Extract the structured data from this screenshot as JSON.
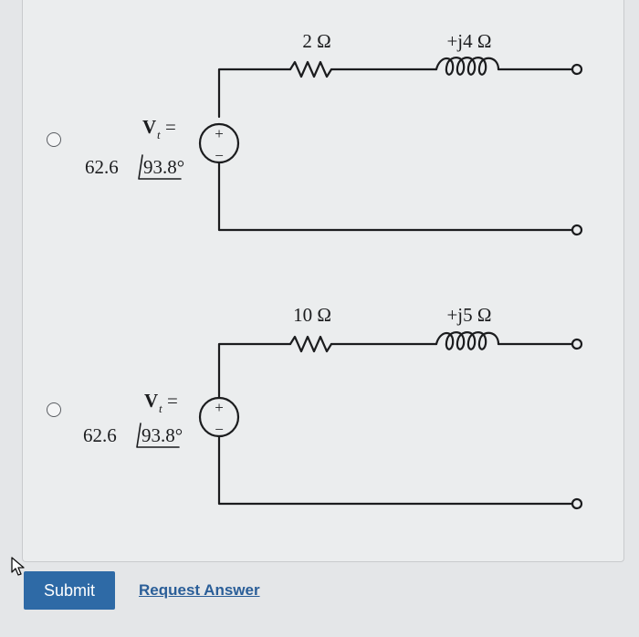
{
  "options": [
    {
      "source_label": "V",
      "source_subscript": "t",
      "source_equals": "=",
      "source_magnitude": "62.6",
      "source_angle": "93.8°",
      "source_plus": "+",
      "source_minus": "−",
      "resistor_label": "2 Ω",
      "inductor_label": "+j4 Ω"
    },
    {
      "source_label": "V",
      "source_subscript": "t",
      "source_equals": "=",
      "source_magnitude": "62.6",
      "source_angle": "93.8°",
      "source_plus": "+",
      "source_minus": "−",
      "resistor_label": "10 Ω",
      "inductor_label": "+j5 Ω"
    }
  ],
  "actions": {
    "submit_label": "Submit",
    "request_answer_label": "Request Answer"
  },
  "colors": {
    "accent": "#2e6aa6",
    "link": "#2a5e98",
    "wire": "#1b1c1e"
  }
}
